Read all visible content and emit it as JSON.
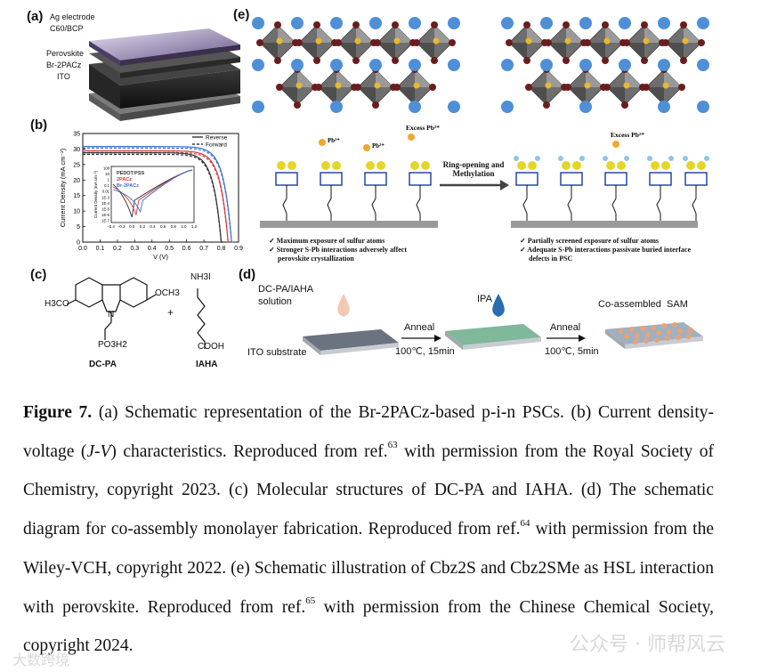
{
  "panels": {
    "a": {
      "label": "(a)",
      "layers": [
        "Ag electrode",
        "C60/BCP",
        "Perovskite",
        "Br-2PACz",
        "ITO"
      ]
    },
    "b": {
      "label": "(b)",
      "inset_legend": [
        "PEDOT:PSS",
        "2PACz",
        "Br-2PACz"
      ],
      "legend": [
        "Reverse",
        "Forward"
      ]
    },
    "c": {
      "label": "(c)",
      "mol1": {
        "left_group": "H3CO",
        "right_group": "OCH3",
        "n": "N",
        "acid": "PO3H2",
        "name": "DC-PA"
      },
      "plus": "+",
      "mol2": {
        "top": "NH3I",
        "bottom": "COOH",
        "name": "IAHA"
      }
    },
    "d": {
      "label": "(d)",
      "solution": "DC-PA/IAHA\nsolution",
      "substrate": "ITO substrate",
      "ipa": "IPA",
      "anneal1": "Anneal",
      "cond1": "100℃, 15min",
      "anneal2": "Anneal",
      "cond2": "100℃, 5min",
      "result": "Co-assembled  SAM"
    },
    "e": {
      "label": "(e)",
      "pb": "Pb",
      "excess": "Excess Pb",
      "reaction": "Ring-opening and\nMethylation",
      "left_notes": [
        "Maximum exposure of sulfur atoms",
        "Stronger S-Pb interactions adversely affect",
        "perovskite crystallization"
      ],
      "right_notes": [
        "Partially screened exposure of sulfur atoms",
        "Adequate S-Pb interactions passivate buried interface",
        "defects in PSC"
      ]
    }
  },
  "chart_data": {
    "type": "line",
    "xlabel": "V (V)",
    "ylabel": "Current Density (mA cm⁻²)",
    "xlim": [
      0.0,
      0.9
    ],
    "ylim": [
      0,
      35
    ],
    "xticks": [
      "0.0",
      "0.1",
      "0.2",
      "0.3",
      "0.4",
      "0.5",
      "0.6",
      "0.7",
      "0.8",
      "0.9"
    ],
    "yticks": [
      "0",
      "5",
      "10",
      "15",
      "20",
      "25",
      "30",
      "35"
    ],
    "legend": [
      "Reverse",
      "Forward"
    ],
    "legend_position": "top-right",
    "series": [
      {
        "color": "#3b6fd0",
        "jsc": 30.8,
        "voc": 0.86
      },
      {
        "color": "#d43a3a",
        "jsc": 29.4,
        "voc": 0.84
      },
      {
        "color": "#333333",
        "jsc": 28.8,
        "voc": 0.8
      }
    ],
    "inset": {
      "type": "line",
      "ylabel": "Current Density (mA cm⁻²)",
      "xticks": [
        "-0.4",
        "-0.2",
        "0.0",
        "0.2",
        "0.4",
        "0.6",
        "0.8",
        "1.0",
        "1.2"
      ],
      "yticks": [
        "100",
        "10",
        "1",
        "0.1",
        "0.01",
        "1E-3",
        "1E-4",
        "1E-5",
        "1E-6",
        "1E-7"
      ],
      "scale": "log",
      "legend": [
        "PEDOT:PSS",
        "2PACz",
        "Br-2PACz"
      ]
    }
  },
  "caption": {
    "fig": "Figure 7.",
    "p1": " (a) Schematic representation of the Br-2PACz-based p-i-n PSCs. (b) Current density-voltage (",
    "jv": "J-V",
    "p2": ") characteristics. Reproduced from ref.",
    "ref1": "63",
    "p3": " with permission from the Royal Society of Chemistry, copyright 2023. (c) Molecular structures of DC-PA and IAHA. (d) The schematic diagram for co-assembly monolayer fabrication. Reproduced from ref.",
    "ref2": "64",
    "p4": " with permission from the Wiley-VCH, copyright 2022. (e) Schematic illustration of Cbz2S and Cbz2SMe as HSL interaction with perovskite. Reproduced from ref.",
    "ref3": "65",
    "p5": " with permission from the Chinese Chemical Society, copyright 2024."
  },
  "watermarks": [
    "大数跨境",
    "公众号 · 师帮风云"
  ]
}
